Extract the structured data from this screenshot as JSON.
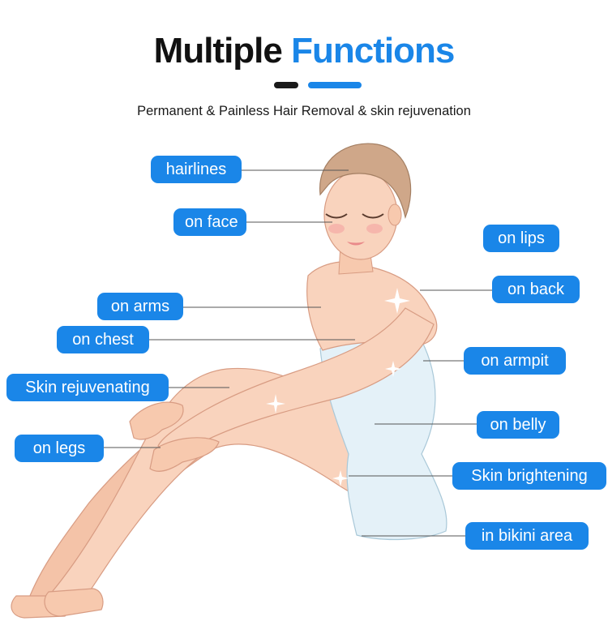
{
  "header": {
    "title_part1": "Multiple",
    "title_part2": "Functions",
    "subtitle": "Permanent & Painless Hair Removal & skin rejuvenation"
  },
  "labels": {
    "hairlines": "hairlines",
    "on_face": "on face",
    "on_lips": "on lips",
    "on_back": "on back",
    "on_arms": "on arms",
    "on_chest": "on chest",
    "on_armpit": "on armpit",
    "skin_rejuvenating": "Skin rejuvenating",
    "on_belly": "on belly",
    "on_legs": "on legs",
    "skin_brightening": "Skin brightening",
    "in_bikini_area": "in bikini area"
  },
  "colors": {
    "accent": "#1a86e8",
    "skin": "#f7cdb5",
    "towel": "#e4f1f8",
    "hair": "#cfa789"
  }
}
